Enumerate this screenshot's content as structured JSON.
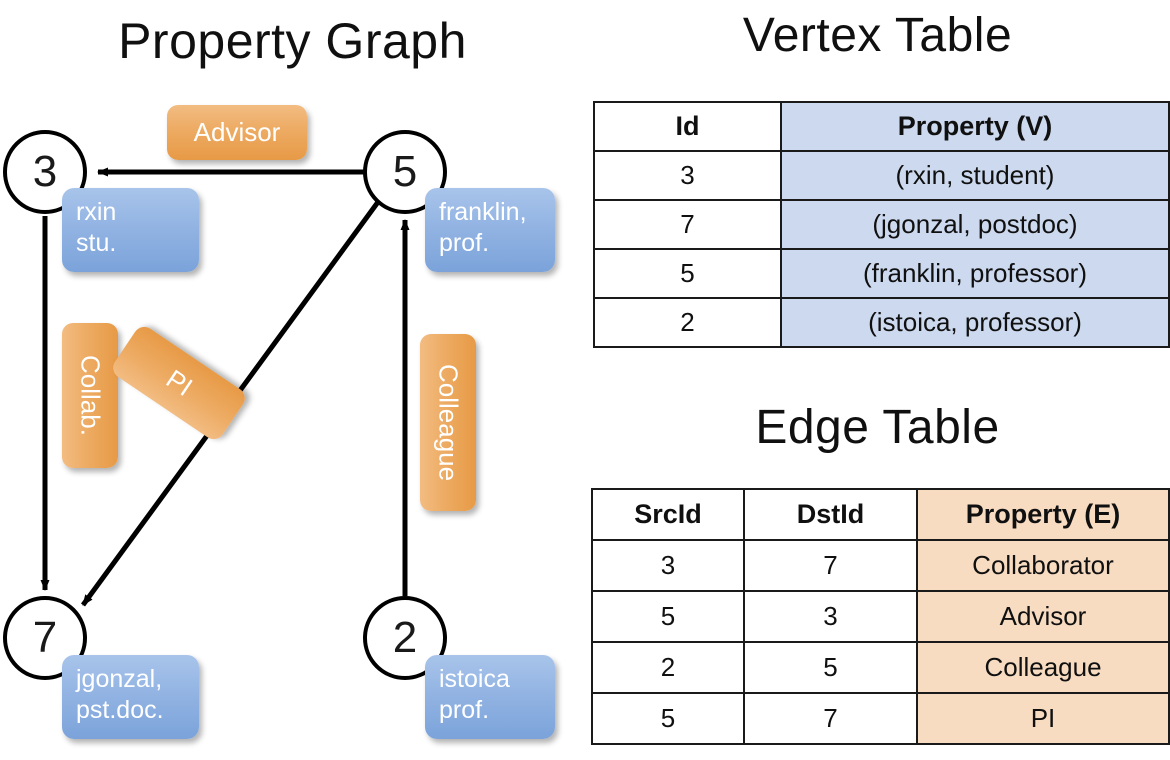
{
  "titles": {
    "property_graph": "Property Graph",
    "vertex_table": "Vertex Table",
    "edge_table": "Edge Table"
  },
  "graph": {
    "vertices": [
      {
        "id": "3",
        "name": "vertex-3",
        "property_line1": "rxin",
        "property_line2": "stu."
      },
      {
        "id": "5",
        "name": "vertex-5",
        "property_line1": "franklin,",
        "property_line2": "prof."
      },
      {
        "id": "7",
        "name": "vertex-7",
        "property_line1": "jgonzal,",
        "property_line2": "pst.doc."
      },
      {
        "id": "2",
        "name": "vertex-2",
        "property_line1": "istoica",
        "property_line2": "prof."
      }
    ],
    "edge_labels": [
      {
        "label": "Advisor",
        "from": "5",
        "to": "3"
      },
      {
        "label": "Collab.",
        "from": "3",
        "to": "7"
      },
      {
        "label": "PI",
        "from": "5",
        "to": "7"
      },
      {
        "label": "Colleague",
        "from": "2",
        "to": "5"
      }
    ]
  },
  "vertex_table": {
    "columns": [
      "Id",
      "Property (V)"
    ],
    "rows": [
      {
        "id": "3",
        "property": "(rxin, student)"
      },
      {
        "id": "7",
        "property": "(jgonzal, postdoc)"
      },
      {
        "id": "5",
        "property": "(franklin, professor)"
      },
      {
        "id": "2",
        "property": "(istoica, professor)"
      }
    ]
  },
  "edge_table": {
    "columns": [
      "SrcId",
      "DstId",
      "Property (E)"
    ],
    "rows": [
      {
        "src": "3",
        "dst": "7",
        "property": "Collaborator"
      },
      {
        "src": "5",
        "dst": "3",
        "property": "Advisor"
      },
      {
        "src": "2",
        "dst": "5",
        "property": "Colleague"
      },
      {
        "src": "5",
        "dst": "7",
        "property": "PI"
      }
    ]
  },
  "colors": {
    "vertex_property_box": "#93b4e3",
    "edge_label_box": "#edab63",
    "vertex_table_header_fill": "#ccd9ee",
    "edge_table_header_fill": "#f7dcc2",
    "stroke": "#000000",
    "background": "#ffffff"
  }
}
